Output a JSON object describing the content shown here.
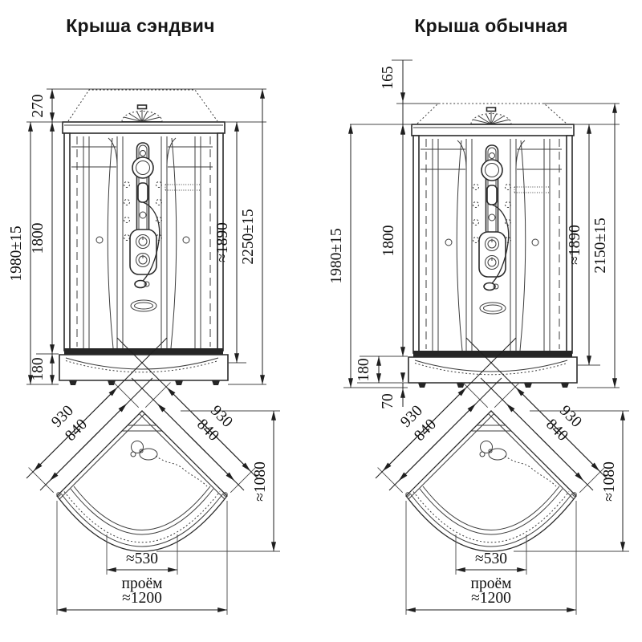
{
  "colors": {
    "background": "#ffffff",
    "line": "#2b2b2b",
    "dimension": "#1f1f1f",
    "text": "#101010"
  },
  "diagrams": [
    {
      "title": "Крыша сэндвич",
      "front_view": {
        "roof": "270",
        "body": "1800",
        "tray": "180",
        "total": "1980±15",
        "inner": "≈1890",
        "overall": "2250±15"
      },
      "top_view": {
        "side_outer_left": "930",
        "side_inner_left": "840",
        "side_outer_right": "930",
        "side_inner_right": "840",
        "depth": "≈1080",
        "opening": "≈530",
        "opening_caption": "проём",
        "width": "≈1200"
      }
    },
    {
      "title": "Крыша обычная",
      "front_view": {
        "roof": "165",
        "body": "1800",
        "tray": "180",
        "feet": "70",
        "total": "1980±15",
        "inner": "≈1890",
        "overall": "2150±15"
      },
      "top_view": {
        "side_outer_left": "930",
        "side_inner_left": "840",
        "side_outer_right": "930",
        "side_inner_right": "840",
        "depth": "≈1080",
        "opening": "≈530",
        "opening_caption": "проём",
        "width": "≈1200"
      }
    }
  ]
}
